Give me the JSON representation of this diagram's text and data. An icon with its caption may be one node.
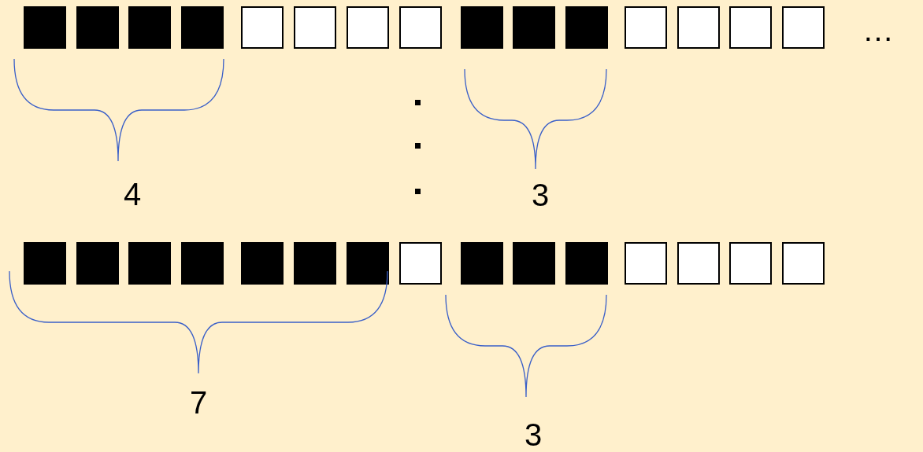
{
  "diagram": {
    "labels": [
      "…",
      "4",
      "3",
      "7",
      "3"
    ]
  }
}
